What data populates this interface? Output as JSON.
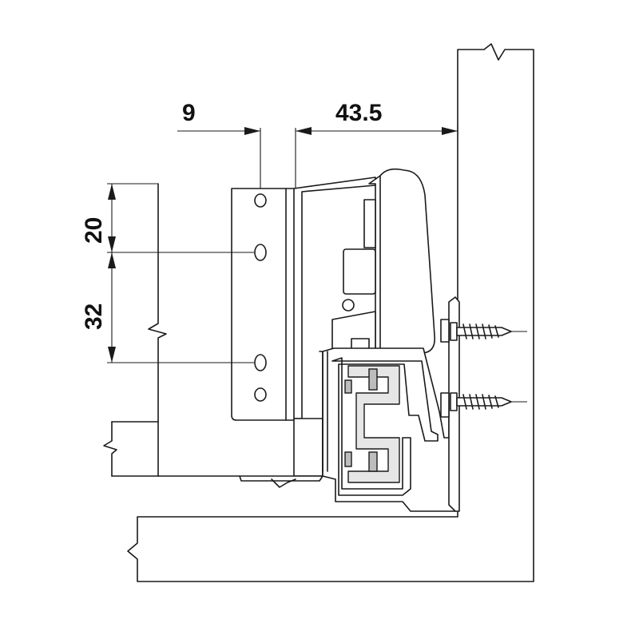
{
  "diagram": {
    "dimensions": {
      "horizontal_left": "9",
      "horizontal_right": "43.5",
      "vertical_top": "20",
      "vertical_bottom": "32"
    }
  }
}
